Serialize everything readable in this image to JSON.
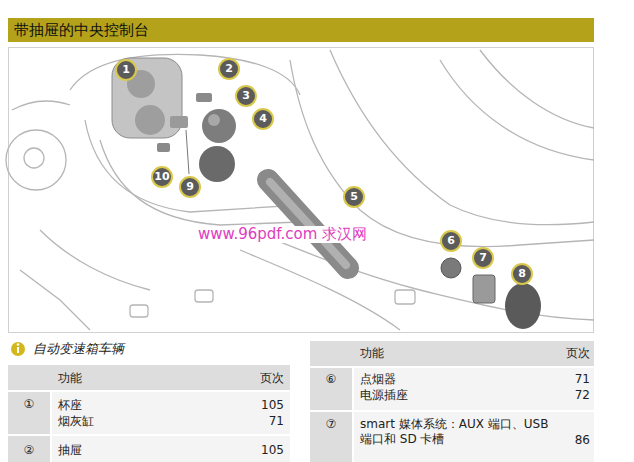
{
  "diagram": {
    "title": "带抽屉的中央控制台",
    "labels": [
      "1",
      "2",
      "3",
      "4",
      "5",
      "6",
      "7",
      "8",
      "9",
      "10",
      "www.96pdf.com 求汉网",
      "自动变速箱车辆",
      "功能",
      "页次",
      "①",
      "杯座",
      "烟灰缸",
      "105",
      "71",
      "②",
      "抽屉",
      "105",
      "功能",
      "页次",
      "⑥",
      "点烟器",
      "电源插座",
      "71",
      "72",
      "⑦",
      "smart 媒体系统：AUX 端口、USB 端口和 SD 卡槽",
      "86"
    ]
  }
}
